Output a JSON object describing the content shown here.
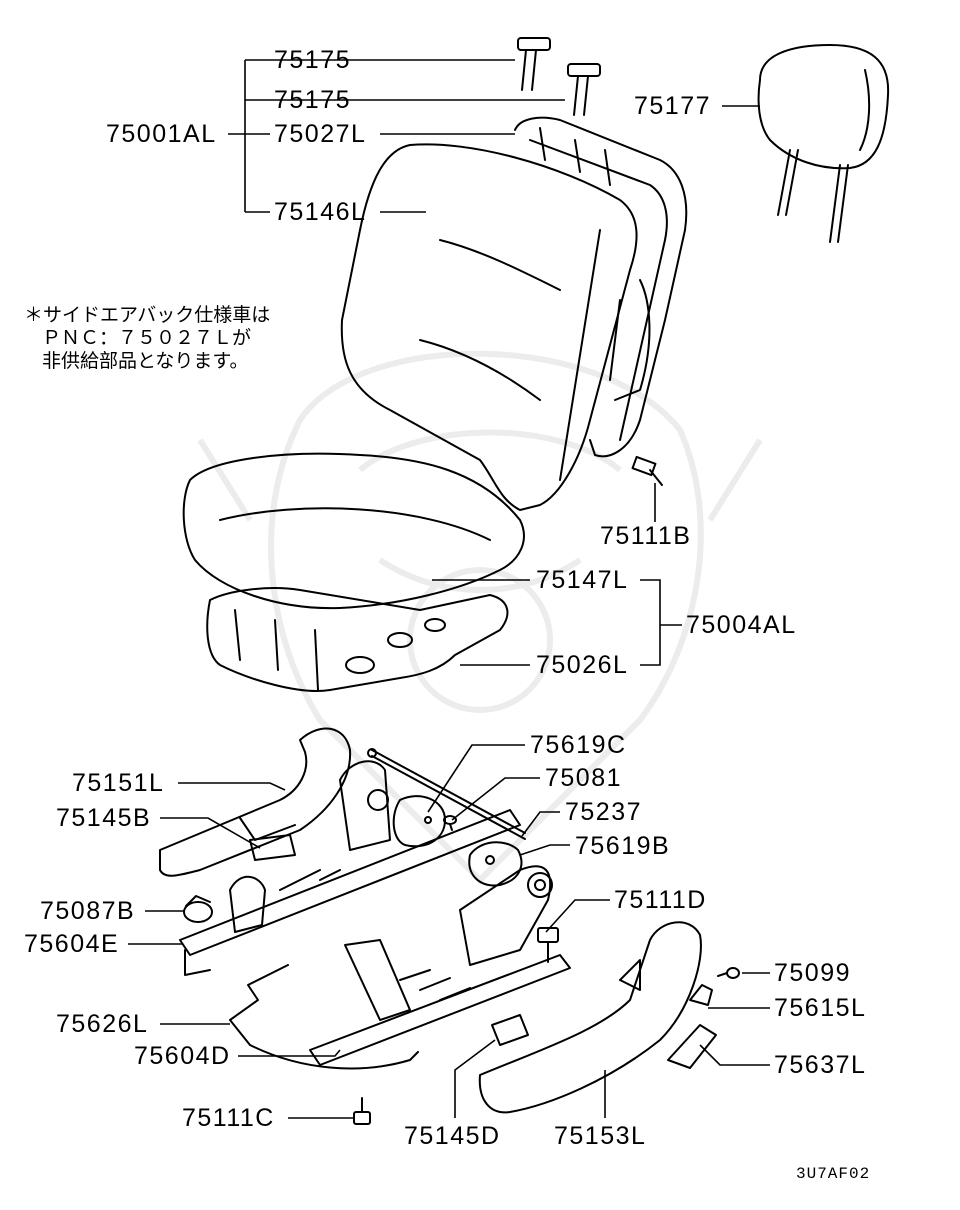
{
  "labels": {
    "p75175a": "75175",
    "p75175b": "75175",
    "p75001AL": "75001AL",
    "p75027L": "75027L",
    "p75146L": "75146L",
    "p75177": "75177",
    "p75111B": "75111B",
    "p75147L": "75147L",
    "p75004AL": "75004AL",
    "p75026L": "75026L",
    "p75619C": "75619C",
    "p75081": "75081",
    "p75237": "75237",
    "p75619B": "75619B",
    "p75151L": "75151L",
    "p75145B": "75145B",
    "p75087B": "75087B",
    "p75604E": "75604E",
    "p75111D": "75111D",
    "p75099": "75099",
    "p75615L": "75615L",
    "p75626L": "75626L",
    "p75637L": "75637L",
    "p75604D": "75604D",
    "p75111C": "75111C",
    "p75145D": "75145D",
    "p75153L": "75153L"
  },
  "note": {
    "line1": "＊サイドエアバック仕様車は",
    "line2": "ＰＮＣ：７５０２７Ｌが",
    "line3": "非供給部品となります。"
  },
  "diagram_code": "3U7AF02",
  "colors": {
    "ink": "#000000",
    "background": "#ffffff",
    "watermark": "#ececec"
  }
}
